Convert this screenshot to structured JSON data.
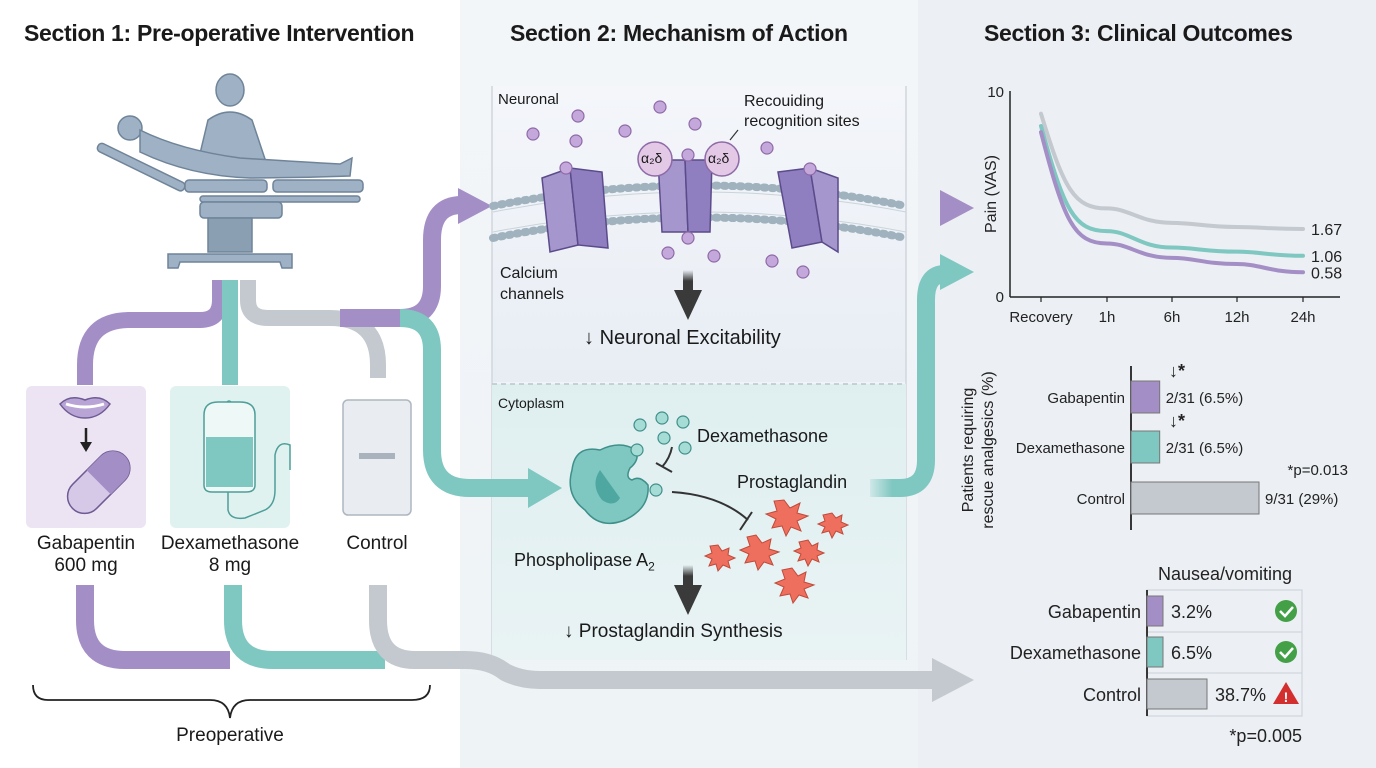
{
  "sections": {
    "s1": {
      "title": "Section 1: Pre-operative Intervention"
    },
    "s2": {
      "title": "Section 2: Mechanism of Action"
    },
    "s3": {
      "title": "Section 3: Clinical Outcomes"
    }
  },
  "intervention": {
    "arms": [
      {
        "name": "Gabapentin",
        "dose": "600 mg",
        "icon": "oral-capsule-icon",
        "color": "#a48ec6"
      },
      {
        "name": "Dexamethasone",
        "dose": "8 mg",
        "icon": "iv-bag-icon",
        "color": "#7fc7c1"
      },
      {
        "name": "Control",
        "dose": "",
        "icon": "placebo-card-icon",
        "color": "#c3c9cf"
      }
    ],
    "brace_label": "Preoperative"
  },
  "mechanism": {
    "neuronal": {
      "region_label": "Neuronal",
      "site_label_1": "Recouiding",
      "site_label_2": "recognition sites",
      "subunit_label": "α₂δ",
      "channel_label_1": "Calcium",
      "channel_label_2": "channels",
      "effect_arrow": "↓",
      "effect": "Neuronal Excitability"
    },
    "cytoplasm": {
      "region_label": "Cytoplasm",
      "drug_label": "Dexamethasone",
      "product_label": "Prostaglandin",
      "enzyme_label": "Phospholipase A",
      "enzyme_sub": "2",
      "effect_arrow": "↓",
      "effect": "Prostaglandin Synthesis"
    }
  },
  "colors": {
    "gabapentin": "#a48ec6",
    "dexamethasone": "#7fc7c1",
    "control": "#c3c9cf",
    "prostaglandin": "#ef6f5e",
    "check": "#43a047",
    "warning": "#d32f2f"
  },
  "chart_data": [
    {
      "type": "line",
      "title": "",
      "xlabel": "",
      "ylabel": "Pain (VAS)",
      "categories": [
        "Recovery",
        "1h",
        "6h",
        "12h",
        "24h"
      ],
      "ylim": [
        0,
        10
      ],
      "yticks": [
        "0",
        "10"
      ],
      "grid": false,
      "series": [
        {
          "name": "Control",
          "values": [
            8.9,
            4.3,
            3.6,
            3.4,
            3.3
          ],
          "end_label": "1.67",
          "color": "#c3c9cf"
        },
        {
          "name": "Dexamethasone",
          "values": [
            8.3,
            3.2,
            2.4,
            2.2,
            2.0
          ],
          "end_label": "1.06",
          "color": "#7fc7c1"
        },
        {
          "name": "Gabapentin",
          "values": [
            8.0,
            2.6,
            1.9,
            1.6,
            1.2
          ],
          "end_label": "0.58",
          "color": "#a48ec6"
        }
      ]
    },
    {
      "type": "bar",
      "orientation": "horizontal",
      "ylabel": "Patients requiring rescue analgesics (%)",
      "categories": [
        "Gabapentin",
        "Dexamethasone",
        "Control"
      ],
      "values": [
        6.5,
        6.5,
        29
      ],
      "value_labels": [
        "2/31 (6.5%)",
        "2/31 (6.5%)",
        "9/31 (29%)"
      ],
      "markers": [
        "↓*",
        "↓*",
        ""
      ],
      "annotation": "*p=0.013",
      "colors": [
        "#a48ec6",
        "#7fc7c1",
        "#c3c9cf"
      ]
    },
    {
      "type": "bar",
      "orientation": "horizontal",
      "title": "Nausea/vomiting",
      "categories": [
        "Gabapentin",
        "Dexamethasone",
        "Control"
      ],
      "values": [
        3.2,
        6.5,
        38.7
      ],
      "value_labels": [
        "3.2%",
        "6.5%",
        "38.7%"
      ],
      "status_icons": [
        "check-icon",
        "check-icon",
        "warning-icon"
      ],
      "annotation": "*p=0.005",
      "colors": [
        "#a48ec6",
        "#7fc7c1",
        "#c3c9cf"
      ]
    }
  ]
}
